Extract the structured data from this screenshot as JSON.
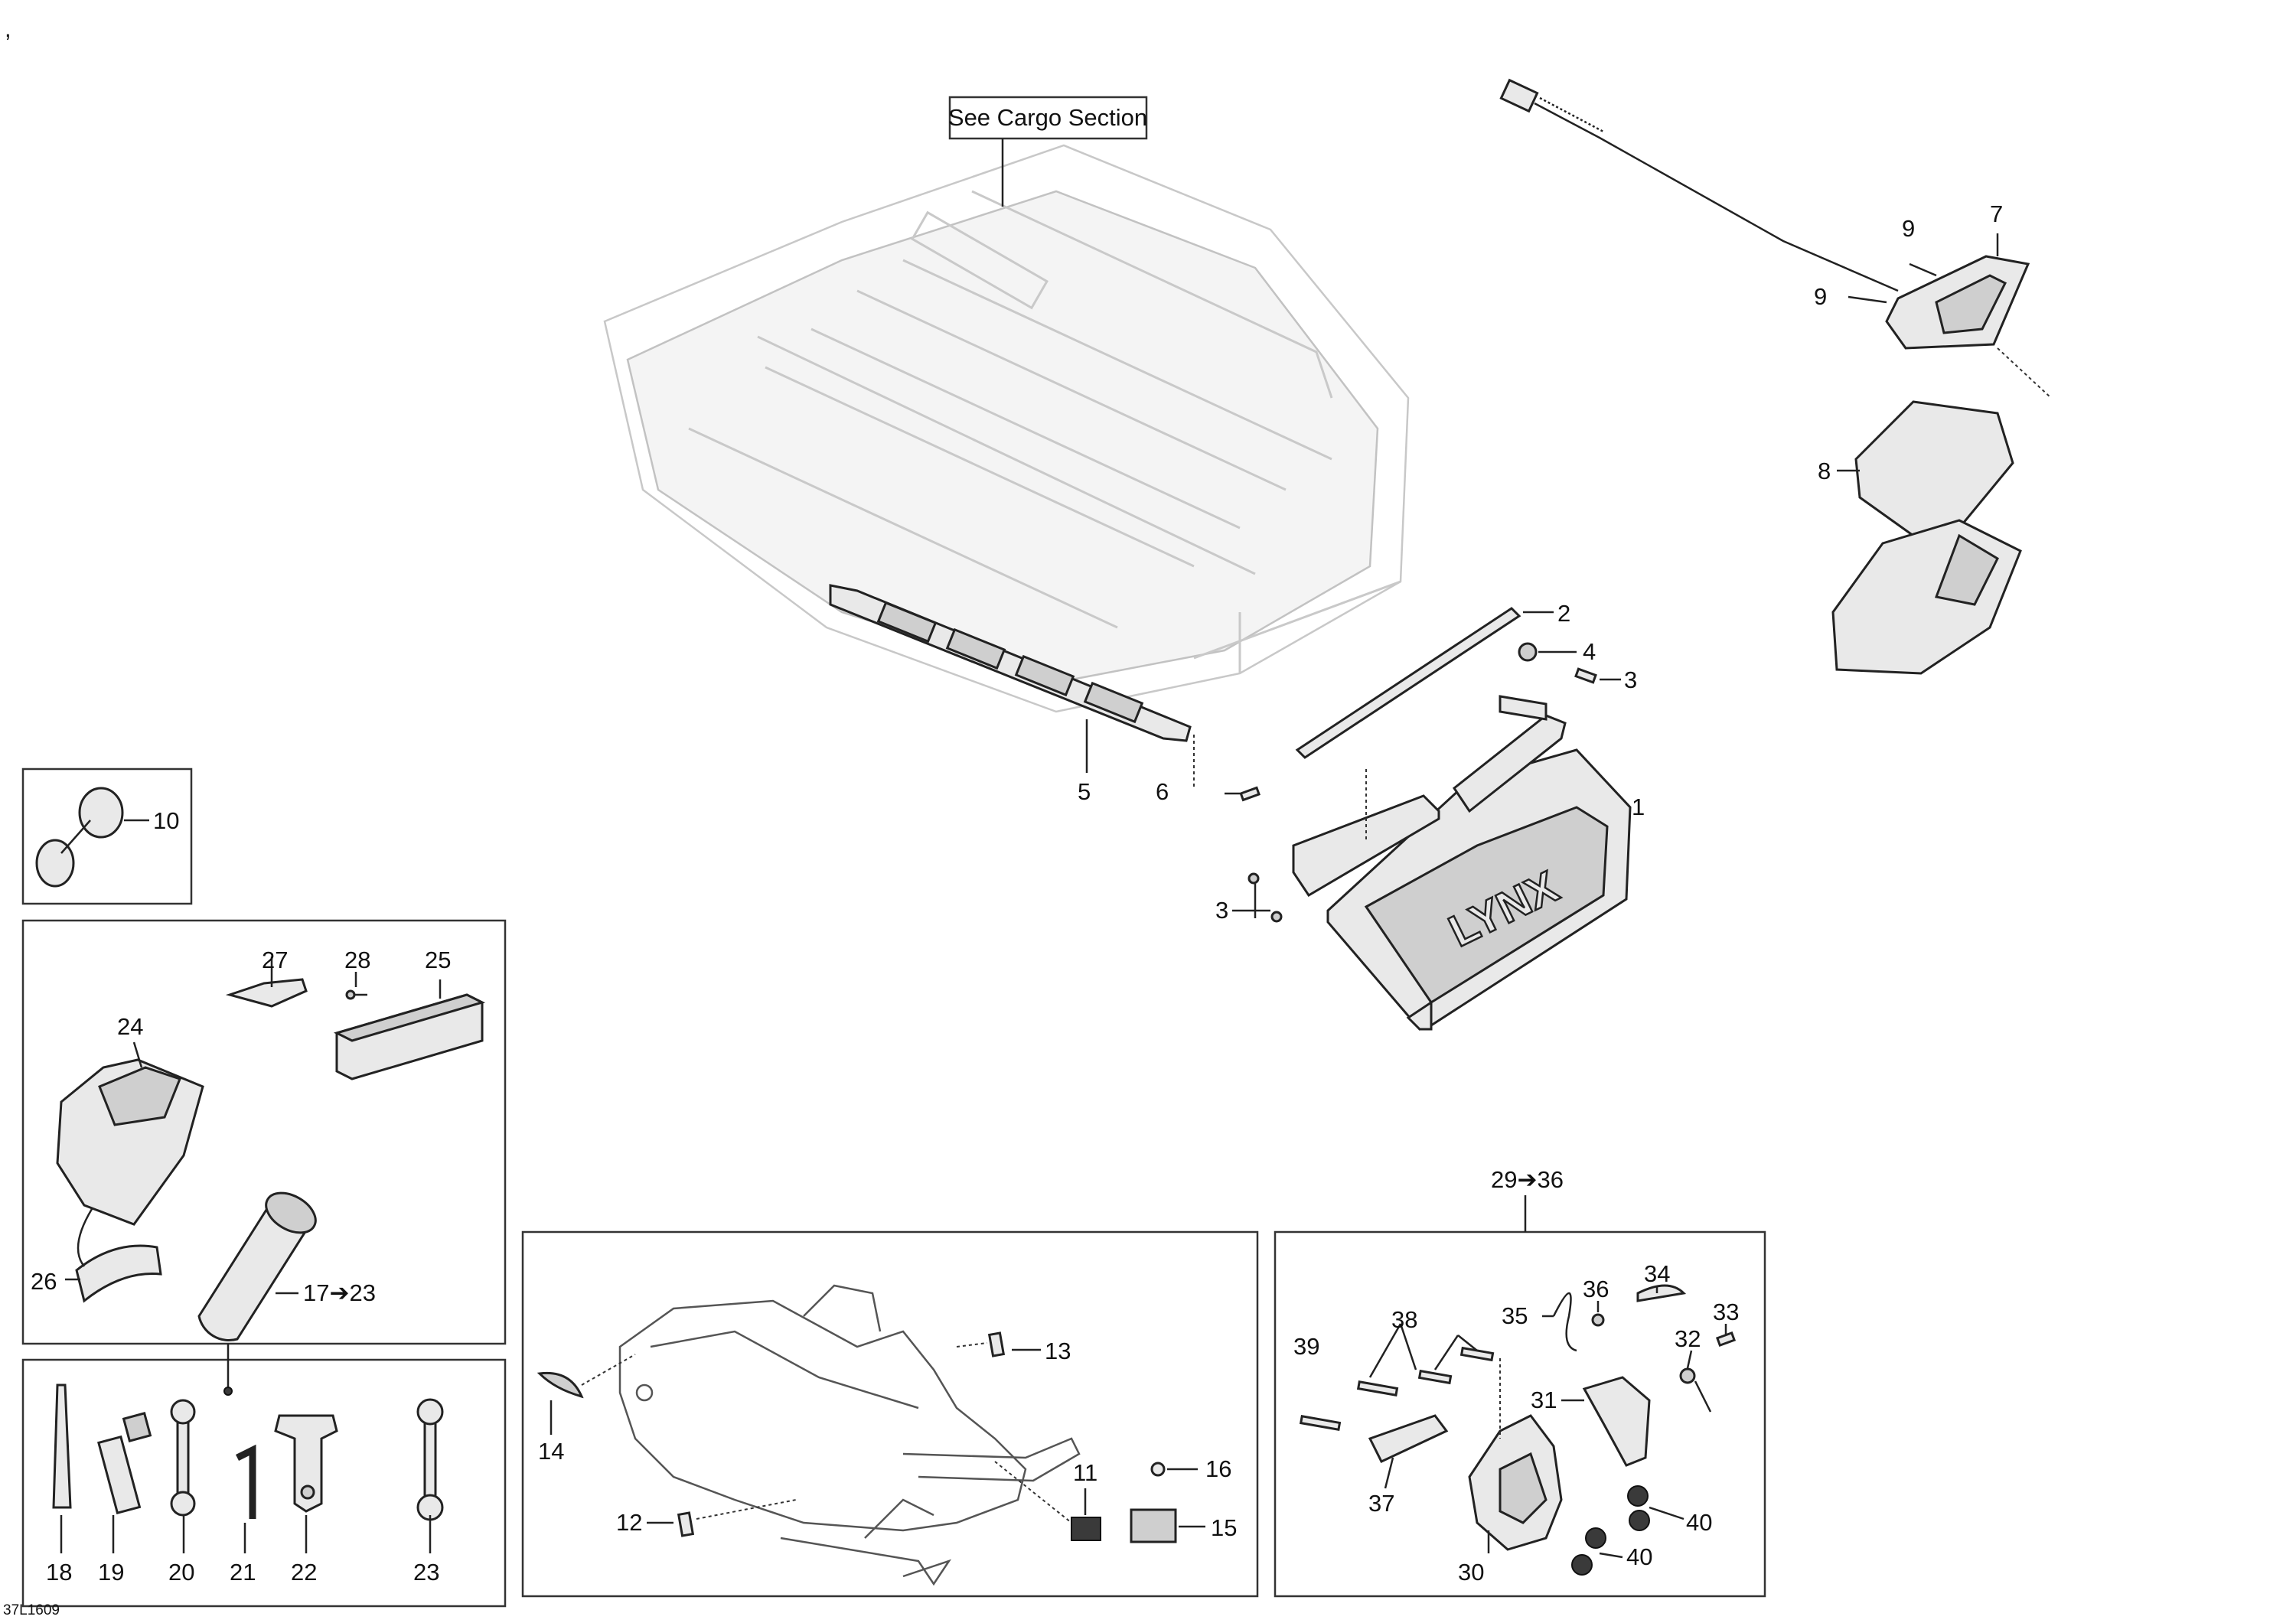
{
  "corner_mark": ",",
  "cargo_note": "See Cargo Section",
  "callouts": {
    "c1": "1",
    "c2": "2",
    "c3a": "3",
    "c3b": "3",
    "c4": "4",
    "c5": "5",
    "c6": "6",
    "c7": "7",
    "c8": "8",
    "c9a": "9",
    "c9b": "9",
    "c10": "10",
    "c11": "11",
    "c12": "12",
    "c13": "13",
    "c14": "14",
    "c15": "15",
    "c16": "16",
    "c17_23": "17➔23",
    "c18": "18",
    "c19": "19",
    "c20": "20",
    "c21": "21",
    "c22": "22",
    "c23": "23",
    "c24": "24",
    "c25": "25",
    "c26": "26",
    "c27": "27",
    "c28": "28",
    "c29_36": "29➔36",
    "c30": "30",
    "c31": "31",
    "c32": "32",
    "c33": "33",
    "c34": "34",
    "c35": "35",
    "c36": "36",
    "c37": "37",
    "c38": "38",
    "c39": "39",
    "c40a": "40",
    "c40b": "40"
  },
  "logo_text": "LYNX",
  "figure_code": "37L1609"
}
